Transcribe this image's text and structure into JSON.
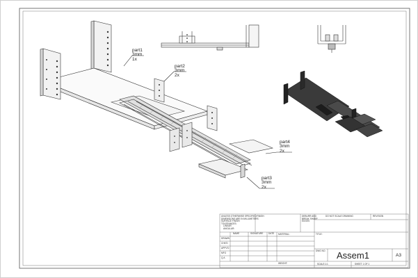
{
  "callouts": [
    {
      "id": "part1",
      "lines": [
        "part1",
        "3mm",
        "1x"
      ]
    },
    {
      "id": "part2",
      "lines": [
        "part2",
        "3mm",
        "2x"
      ]
    },
    {
      "id": "part4",
      "lines": [
        "part4",
        "3mm",
        "2x"
      ]
    },
    {
      "id": "part3",
      "lines": [
        "part3",
        "3mm",
        "2x"
      ]
    }
  ],
  "title_block": {
    "notes": [
      "UNLESS OTHERWISE SPECIFIED:",
      "DIMENSIONS ARE IN MILLIMETERS",
      "SURFACE FINISH:",
      "TOLERANCES:",
      "LINEAR:",
      "ANGULAR:"
    ],
    "finish_label": "FINISH:",
    "deburr": [
      "DEBURR AND",
      "BREAK SHARP",
      "EDGES"
    ],
    "do_not_scale": "DO NOT SCALE DRAWING",
    "revision_label": "REVISION",
    "col_headers": [
      "NAME",
      "SIGNATURE",
      "DATE"
    ],
    "row_labels": [
      "DRAWN",
      "CHK'D",
      "APPV'D",
      "MFG",
      "Q.A"
    ],
    "material_label": "MATERIAL:",
    "weight_label": "WEIGHT:",
    "title_label": "TITLE:",
    "dwg_no_label": "DWG NO.",
    "drawing_number": "Assem1",
    "sheet_size": "A3",
    "scale_label": "SCALE:1:1",
    "sheet_label": "SHEET 1 OF 1"
  }
}
